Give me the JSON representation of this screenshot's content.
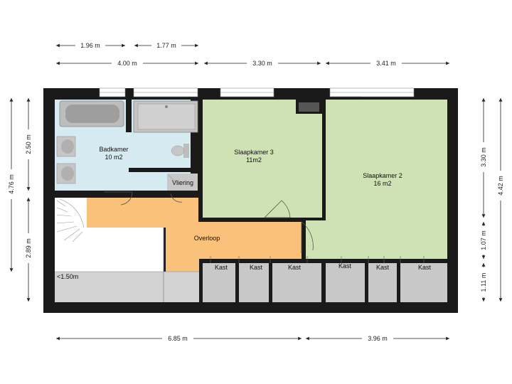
{
  "dimensions": {
    "top_row1": [
      "1.96 m",
      "1.77 m"
    ],
    "top_row2": [
      "4.00 m",
      "3.30 m",
      "3.41 m"
    ],
    "bottom": [
      "6.85 m",
      "3.96 m"
    ],
    "left_outer": "4.76 m",
    "left_inner": [
      "2.50 m",
      "2.89 m"
    ],
    "right_inner": [
      "3.30 m",
      "1.07 m",
      "1.11 m"
    ],
    "right_outer": "4.42 m"
  },
  "rooms": {
    "badkamer": {
      "name": "Badkamer",
      "area": "10 m2"
    },
    "slaapkamer3": {
      "name": "Slaapkamer 3",
      "area": "11m2"
    },
    "slaapkamer2": {
      "name": "Slaapkamer 2",
      "area": "16 m2"
    },
    "vliering": {
      "name": "Vliering"
    },
    "overloop": {
      "name": "Overloop"
    },
    "low_height": "<1.50m"
  },
  "kasten": [
    "Kast",
    "Kast",
    "Kast",
    "Kast",
    "Kast",
    "Kast"
  ],
  "colors": {
    "wall": "#1a1a1a",
    "bathroom": "#d6eaf2",
    "bedroom": "#cfe2b4",
    "hallway": "#f9c17a",
    "storage": "#c8c8c8",
    "floor_low": "#d2d2d2"
  }
}
